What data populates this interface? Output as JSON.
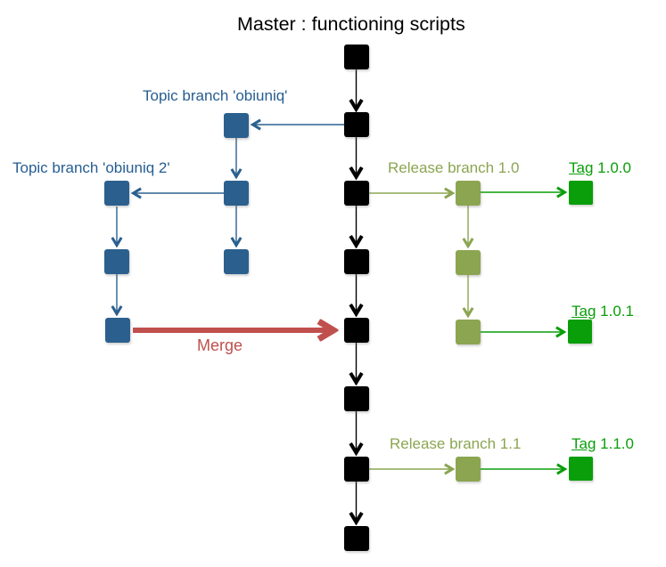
{
  "title": "Master : functioning scripts",
  "branches": {
    "master": {
      "title_label": "Master : functioning scripts",
      "commit_count": 8
    },
    "topic_obiuniq": {
      "label": "Topic branch 'obiuniq'",
      "commit_count": 3
    },
    "topic_obiuniq_2": {
      "label": "Topic branch 'obiuniq 2'",
      "commit_count": 3
    },
    "release_1_0": {
      "label": "Release branch 1.0",
      "commit_count": 3
    },
    "release_1_1": {
      "label": "Release branch 1.1",
      "commit_count": 1
    }
  },
  "tags": [
    {
      "word": "Tag",
      "version": "1.0.0"
    },
    {
      "word": "Tag",
      "version": "1.0.1"
    },
    {
      "word": "Tag",
      "version": "1.1.0"
    }
  ],
  "merge_label": "Merge",
  "colors": {
    "master_black": "#000000",
    "topic_blue_fill": "#2B608E",
    "topic_blue_text": "#265D92",
    "release_olive": "#8BA551",
    "tag_green": "#0A9E0A",
    "merge_red": "#C0504D",
    "background": "#FFFFFF"
  },
  "node_shape": "square"
}
